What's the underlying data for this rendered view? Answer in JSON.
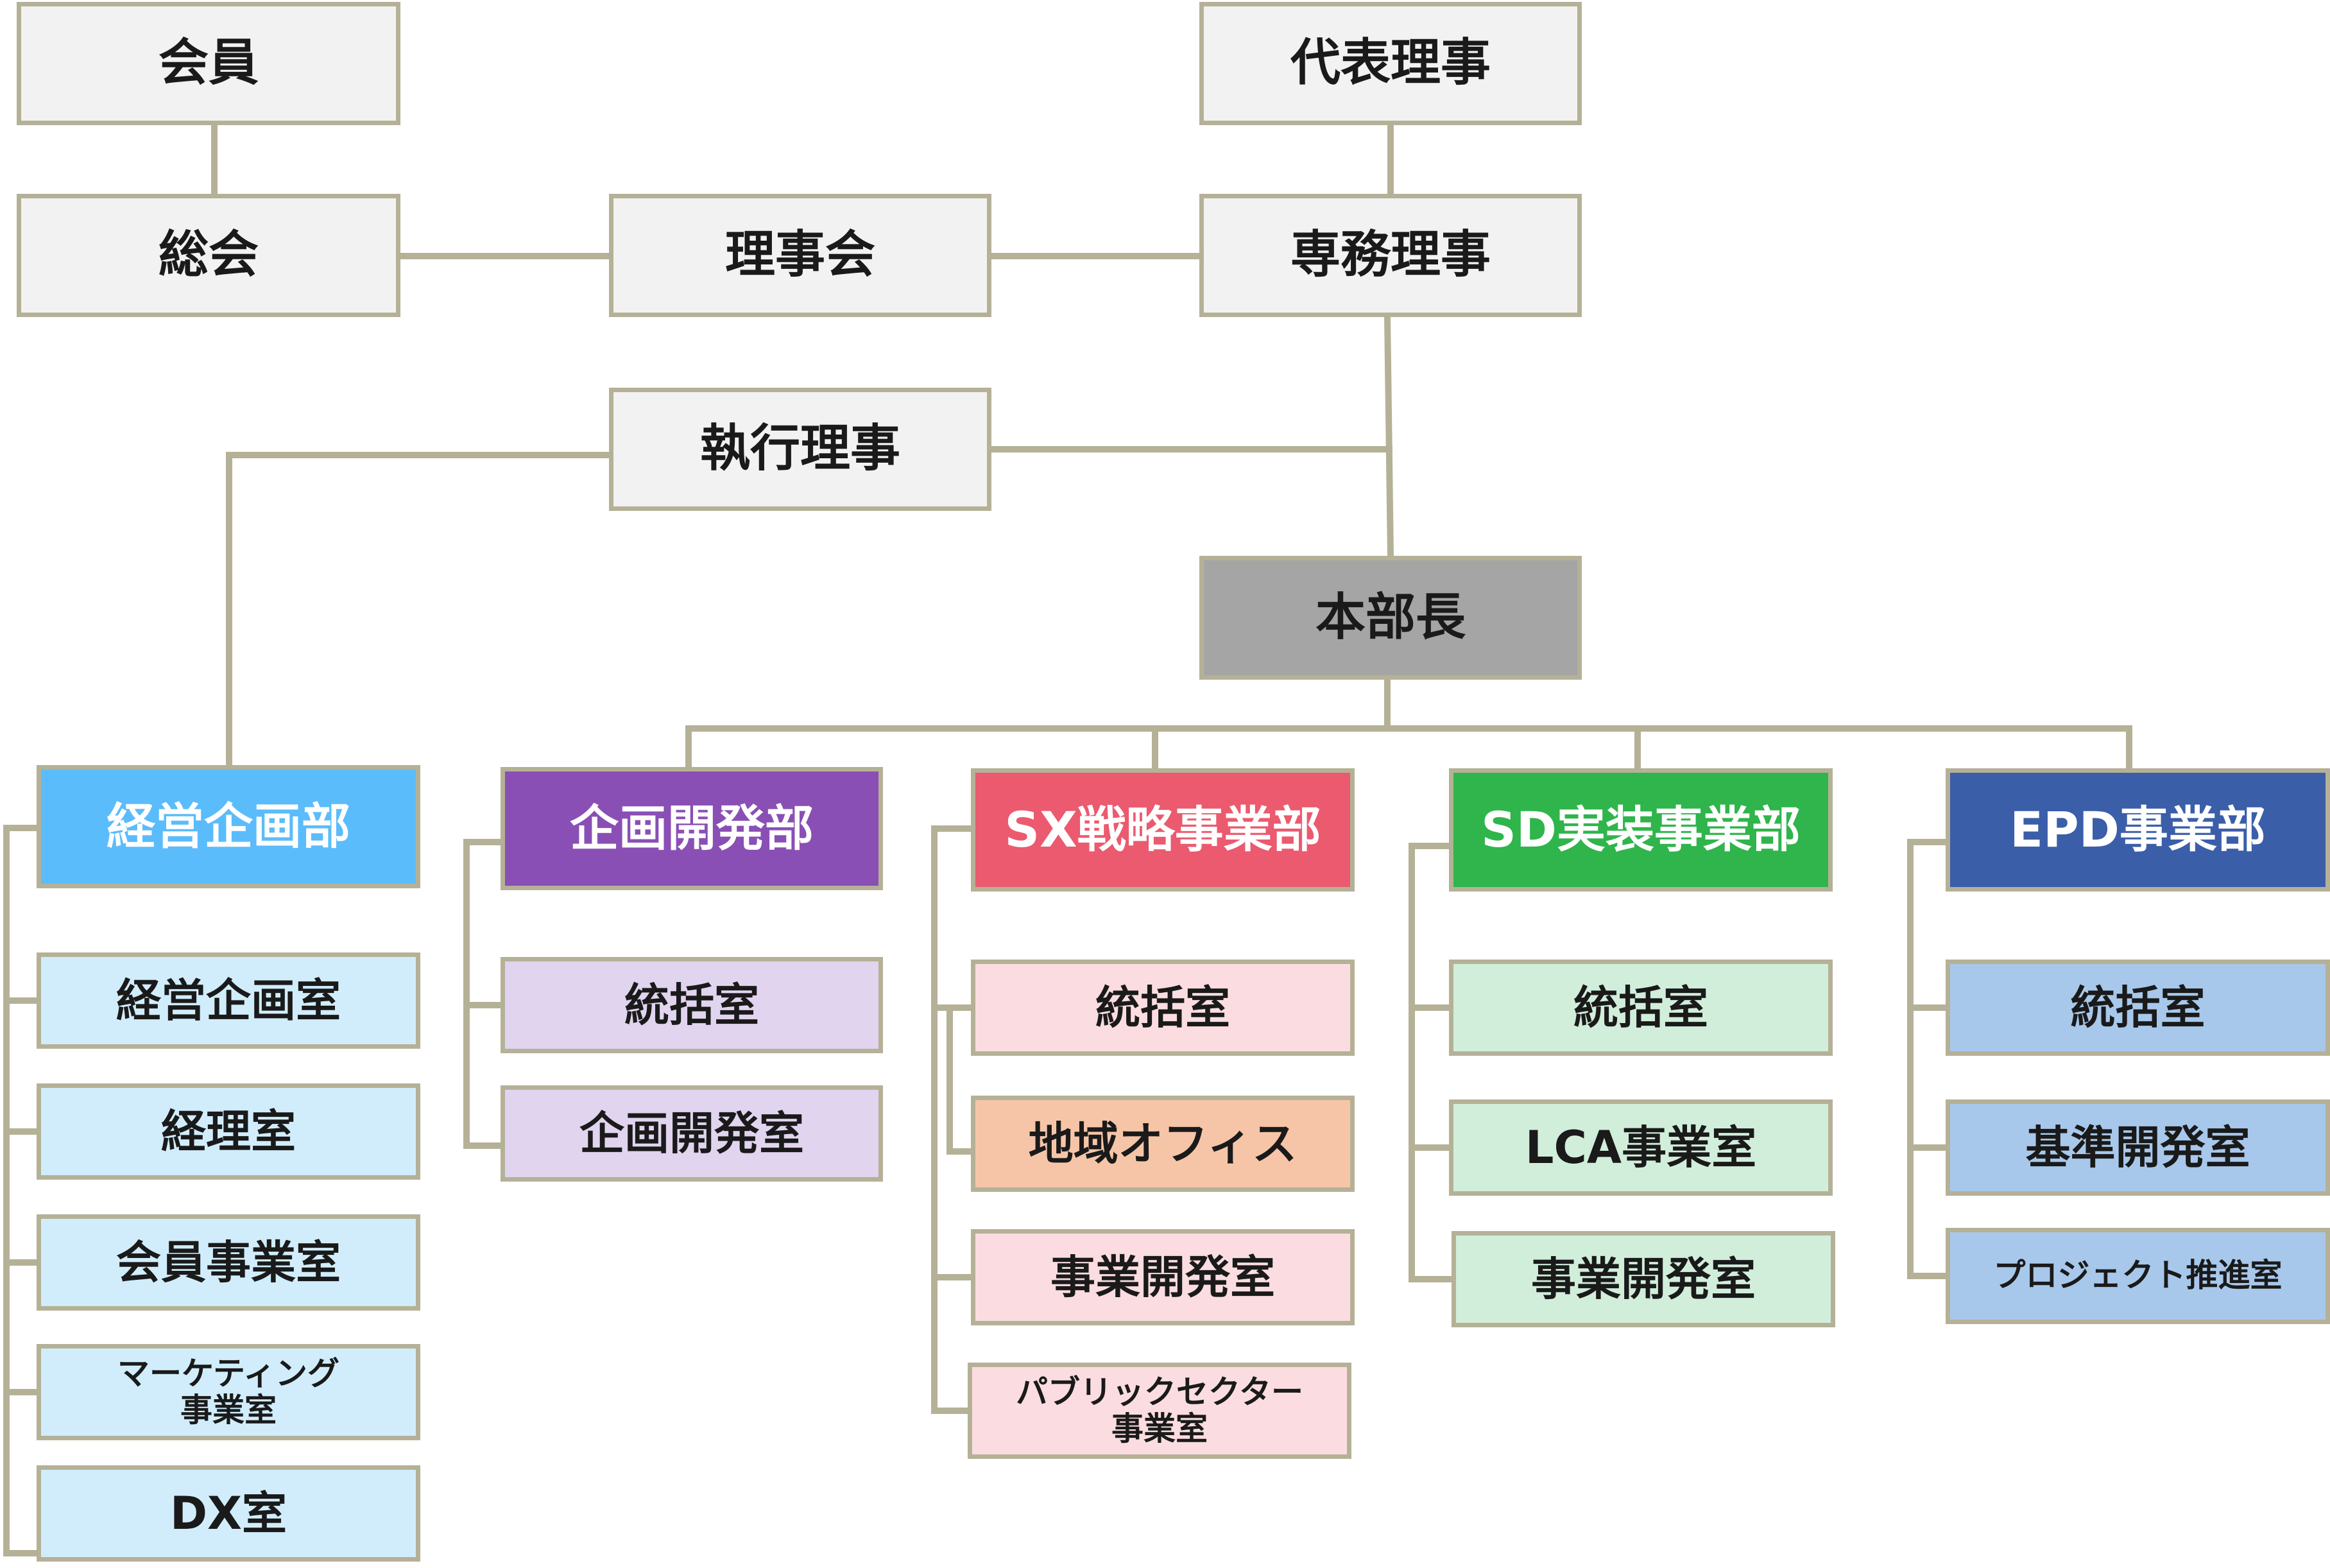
{
  "colors": {
    "connector": "#b5b197",
    "executive_fill": "#f2f2f2",
    "chief_fill": "#a5a5a5",
    "keiei_dept": "#5bbcfb",
    "kikaku_dept": "#8a4fb5",
    "sx_dept": "#eb5a6e",
    "sd_dept": "#2fb54b",
    "epd_dept": "#3b5ea9"
  },
  "governance": {
    "kaiin": "会員",
    "soukai": "総会",
    "rijikai": "理事会",
    "daihyo_riji": "代表理事",
    "senmu_riji": "専務理事",
    "shikko_riji": "執行理事",
    "honbucho": "本部長"
  },
  "departments": {
    "keiei": {
      "name": "経営企画部",
      "rooms": [
        "経営企画室",
        "経理室",
        "会員事業室",
        "マーケティング",
        "事業室",
        "DX室"
      ]
    },
    "kikaku": {
      "name": "企画開発部",
      "rooms": [
        "統括室",
        "企画開発室"
      ]
    },
    "sx": {
      "name": "SX戦略事業部",
      "rooms": [
        "統括室",
        "地域オフィス",
        "事業開発室",
        "パブリックセクター",
        "事業室"
      ]
    },
    "sd": {
      "name": "SD実装事業部",
      "rooms": [
        "統括室",
        "LCA事業室",
        "事業開発室"
      ]
    },
    "epd": {
      "name": "EPD事業部",
      "rooms": [
        "統括室",
        "基準開発室",
        "プロジェクト推進室"
      ]
    }
  }
}
